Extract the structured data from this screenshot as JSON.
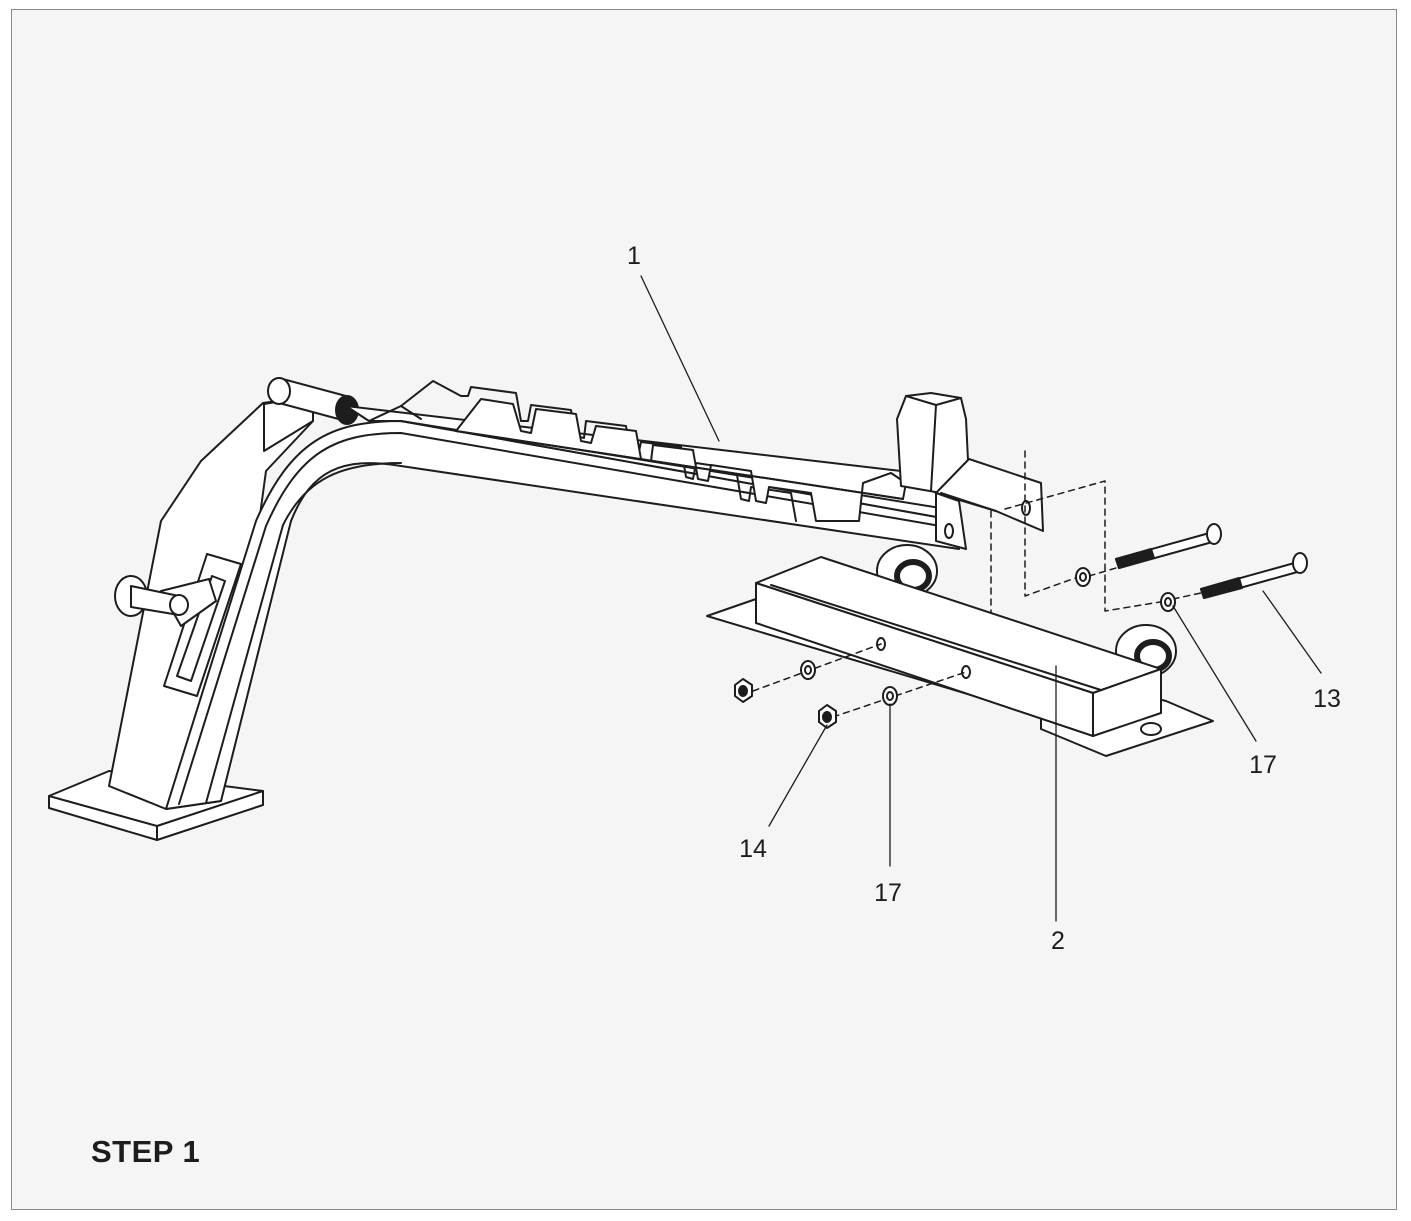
{
  "step_title": "STEP 1",
  "callouts": {
    "part_1": "1",
    "part_2": "2",
    "part_13": "13",
    "part_14": "14",
    "part_17_upper": "17",
    "part_17_lower": "17"
  },
  "colors": {
    "background": "#f5f5f5",
    "line": "#1d1d1d",
    "frame_border": "#8a8a8a"
  }
}
